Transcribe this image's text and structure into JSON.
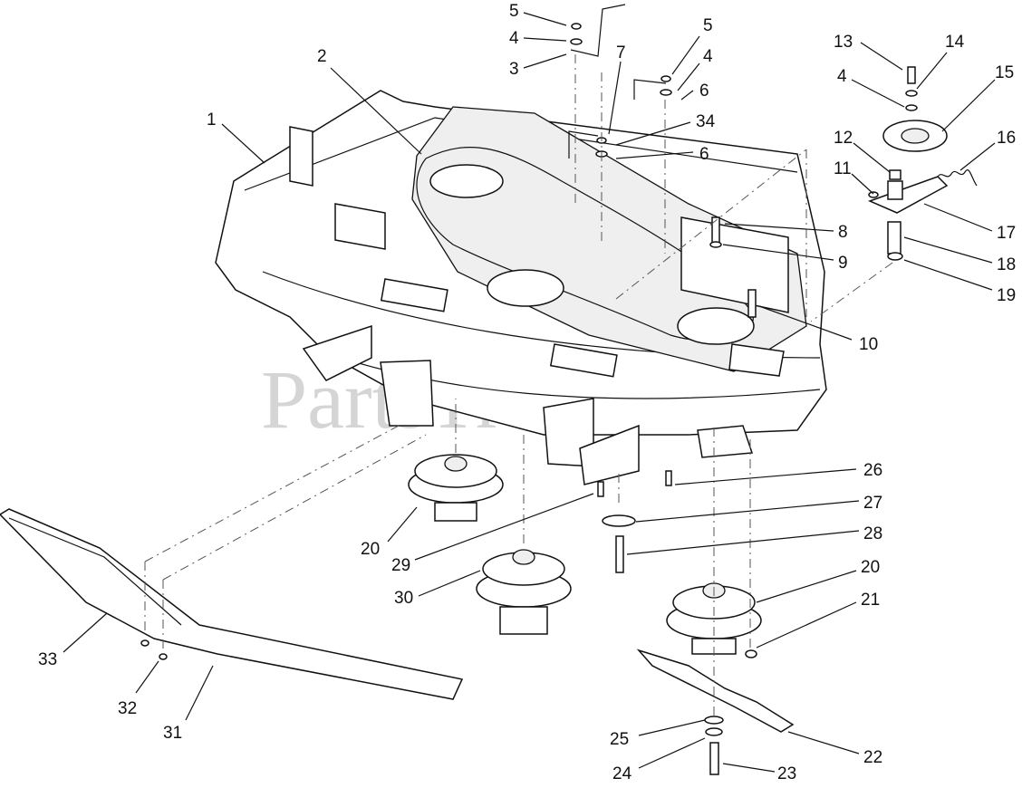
{
  "watermark": "PartsTree",
  "callouts": [
    {
      "id": "5a",
      "label": "5"
    },
    {
      "id": "4a",
      "label": "4"
    },
    {
      "id": "3",
      "label": "3"
    },
    {
      "id": "2",
      "label": "2"
    },
    {
      "id": "1",
      "label": "1"
    },
    {
      "id": "7",
      "label": "7"
    },
    {
      "id": "5b",
      "label": "5"
    },
    {
      "id": "4b",
      "label": "4"
    },
    {
      "id": "6a",
      "label": "6"
    },
    {
      "id": "34",
      "label": "34"
    },
    {
      "id": "6b",
      "label": "6"
    },
    {
      "id": "13",
      "label": "13"
    },
    {
      "id": "14",
      "label": "14"
    },
    {
      "id": "4c",
      "label": "4"
    },
    {
      "id": "15",
      "label": "15"
    },
    {
      "id": "12",
      "label": "12"
    },
    {
      "id": "16",
      "label": "16"
    },
    {
      "id": "11",
      "label": "11"
    },
    {
      "id": "17",
      "label": "17"
    },
    {
      "id": "8",
      "label": "8"
    },
    {
      "id": "9",
      "label": "9"
    },
    {
      "id": "18",
      "label": "18"
    },
    {
      "id": "19",
      "label": "19"
    },
    {
      "id": "10",
      "label": "10"
    },
    {
      "id": "26",
      "label": "26"
    },
    {
      "id": "27",
      "label": "27"
    },
    {
      "id": "20a",
      "label": "20"
    },
    {
      "id": "29",
      "label": "29"
    },
    {
      "id": "28",
      "label": "28"
    },
    {
      "id": "30",
      "label": "30"
    },
    {
      "id": "20b",
      "label": "20"
    },
    {
      "id": "21",
      "label": "21"
    },
    {
      "id": "33",
      "label": "33"
    },
    {
      "id": "32",
      "label": "32"
    },
    {
      "id": "31",
      "label": "31"
    },
    {
      "id": "25",
      "label": "25"
    },
    {
      "id": "22",
      "label": "22"
    },
    {
      "id": "24",
      "label": "24"
    },
    {
      "id": "23",
      "label": "23"
    }
  ]
}
